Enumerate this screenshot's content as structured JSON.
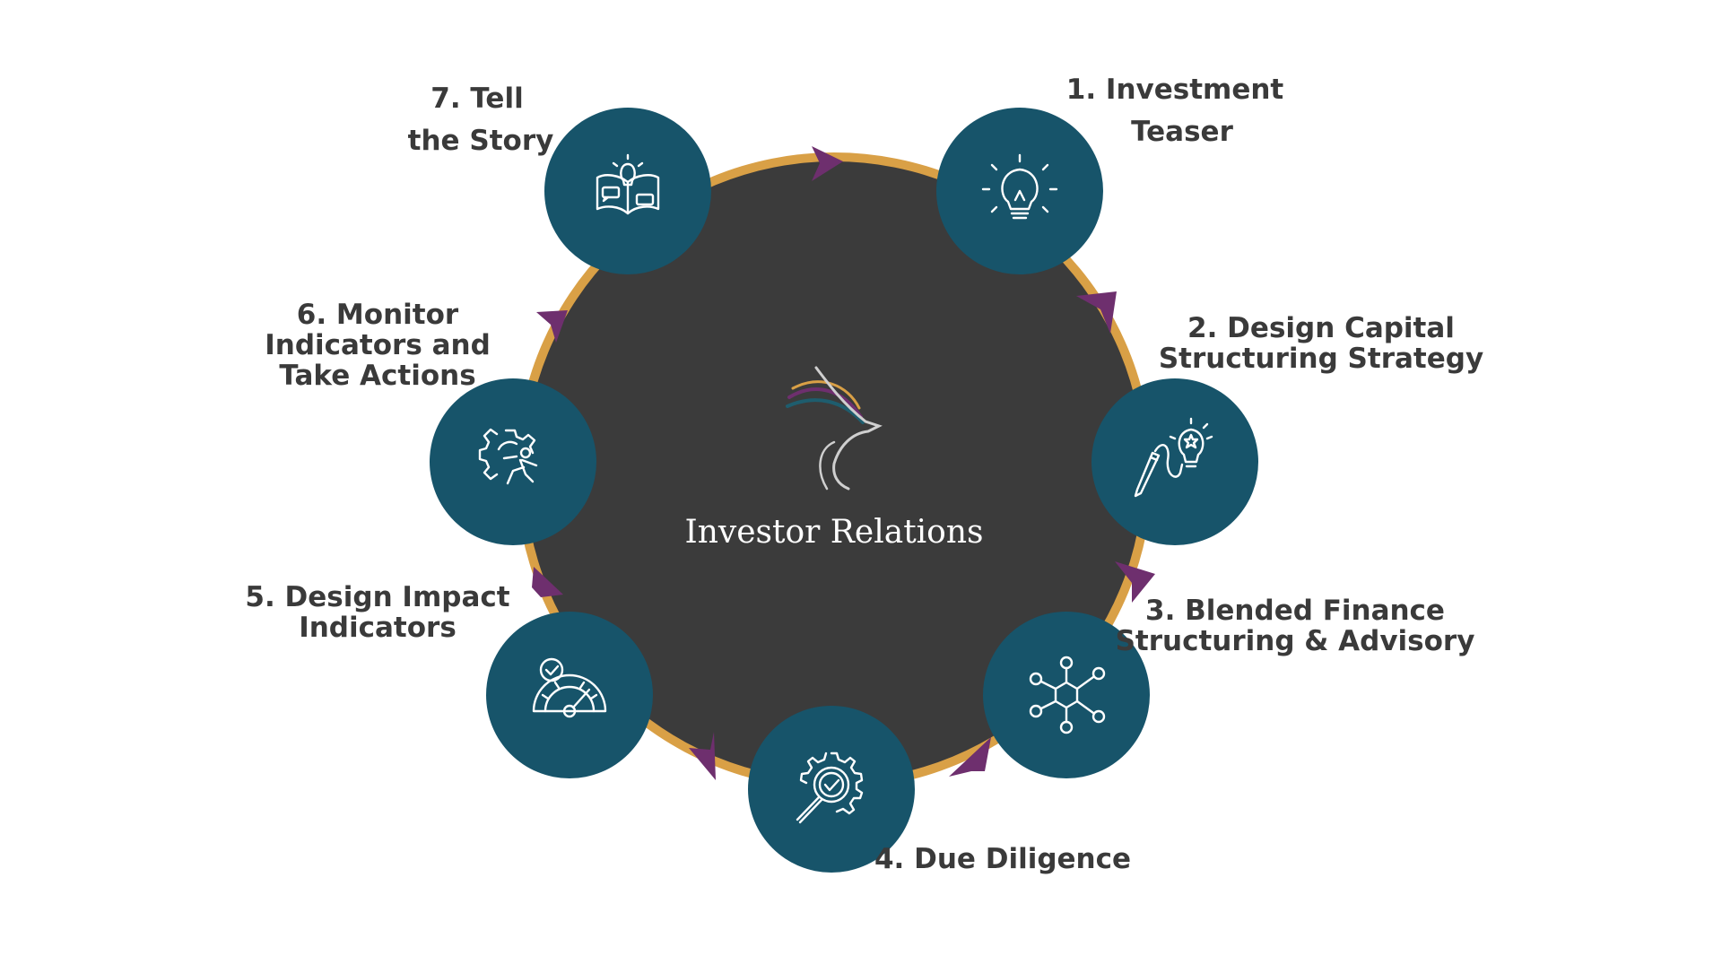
{
  "diagram": {
    "center_title": "Investor Relations",
    "colors": {
      "ring": "#d9a046",
      "center_fill": "#3b3b3b",
      "node_fill": "#17546a",
      "arrow": "#6e2f6e",
      "label_text": "#3a3a3a"
    },
    "steps": [
      {
        "label_lines": [
          "1. Investment",
          "Teaser"
        ],
        "icon": "lightbulb-icon"
      },
      {
        "label_lines": [
          "2. Design Capital",
          "Structuring Strategy"
        ],
        "icon": "pencil-idea-icon"
      },
      {
        "label_lines": [
          "3. Blended Finance",
          "Structuring & Advisory"
        ],
        "icon": "network-icon"
      },
      {
        "label_lines": [
          "4. Due Diligence"
        ],
        "icon": "gear-magnifier-check-icon"
      },
      {
        "label_lines": [
          "5. Design Impact",
          "Indicators"
        ],
        "icon": "gauge-check-icon"
      },
      {
        "label_lines": [
          "6. Monitor",
          "Indicators and",
          "Take Actions"
        ],
        "icon": "gear-runner-icon"
      },
      {
        "label_lines": [
          "7. Tell",
          "the Story"
        ],
        "icon": "open-book-idea-icon"
      }
    ]
  }
}
